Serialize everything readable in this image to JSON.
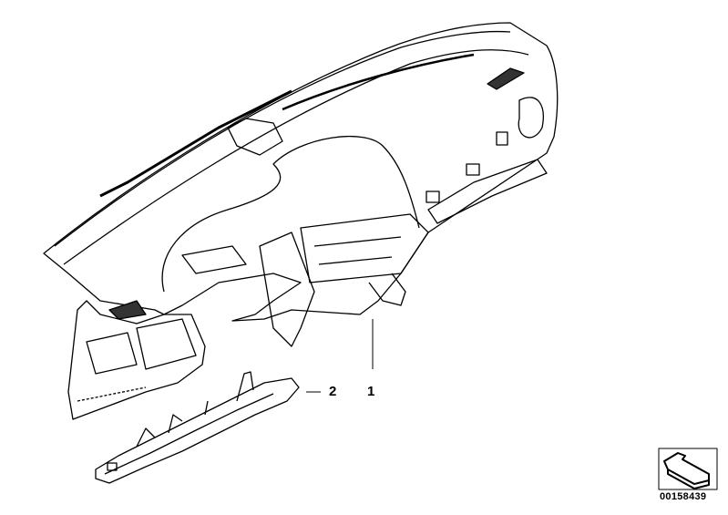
{
  "diagram": {
    "callouts": [
      {
        "number": "1",
        "part": "dashboard-carrier"
      },
      {
        "number": "2",
        "part": "lower-trim-panel"
      }
    ],
    "reference_number": "00158439",
    "symbol": "arrow-symbol"
  }
}
